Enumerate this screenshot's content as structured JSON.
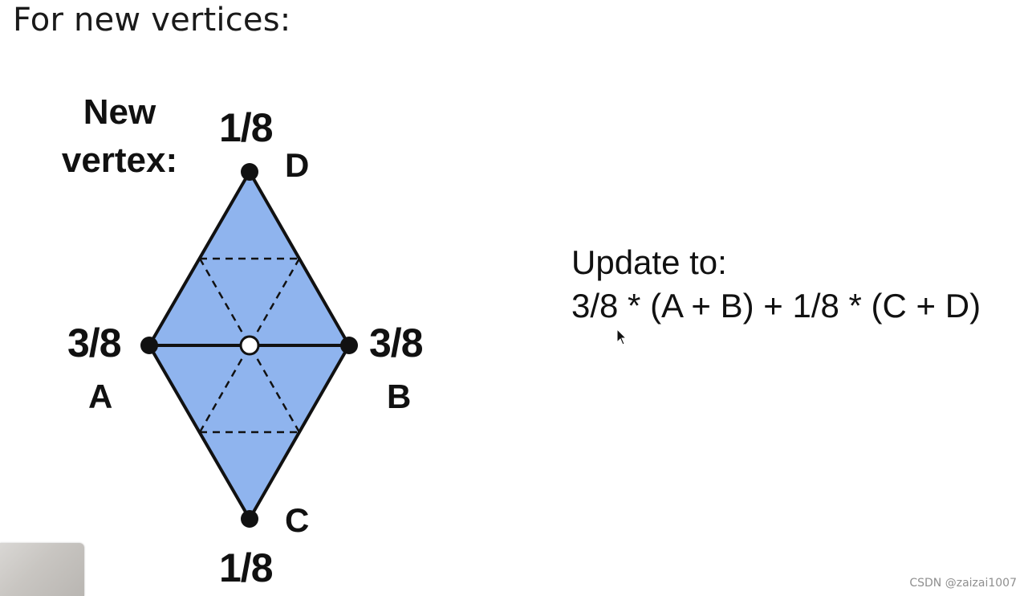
{
  "title": "For new vertices:",
  "diagram": {
    "new_vertex_label": [
      "New",
      "vertex:"
    ],
    "vertices": {
      "A": {
        "label": "A",
        "weight": "3/8"
      },
      "B": {
        "label": "B",
        "weight": "3/8"
      },
      "C": {
        "label": "C",
        "weight": "1/8"
      },
      "D": {
        "label": "D",
        "weight": "1/8"
      }
    },
    "fill_color": "#8fb4ee",
    "edge_color": "#111111"
  },
  "formula": {
    "line1": "Update to:",
    "line2": "3/8 * (A + B) + 1/8 * (C + D)"
  },
  "watermark": "CSDN @zaizai1007"
}
